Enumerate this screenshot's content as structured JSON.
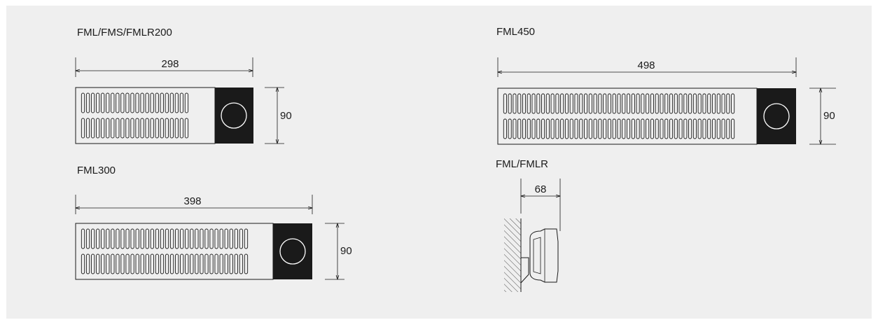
{
  "colors": {
    "panel_background": "#efefef",
    "ink": "#1a1a1a",
    "heater_body": "#ffffff",
    "control_box": "#1a1a1a"
  },
  "heaters": [
    {
      "model": "FML/FMS/FMLR200",
      "width": "298",
      "height": "90",
      "slot_columns": 22
    },
    {
      "model": "FML300",
      "width": "398",
      "height": "90",
      "slot_columns": 34
    },
    {
      "model": "FML450",
      "width": "498",
      "height": "90",
      "slot_columns": 49
    }
  ],
  "side_view": {
    "model": "FML/FMLR",
    "depth": "68"
  }
}
